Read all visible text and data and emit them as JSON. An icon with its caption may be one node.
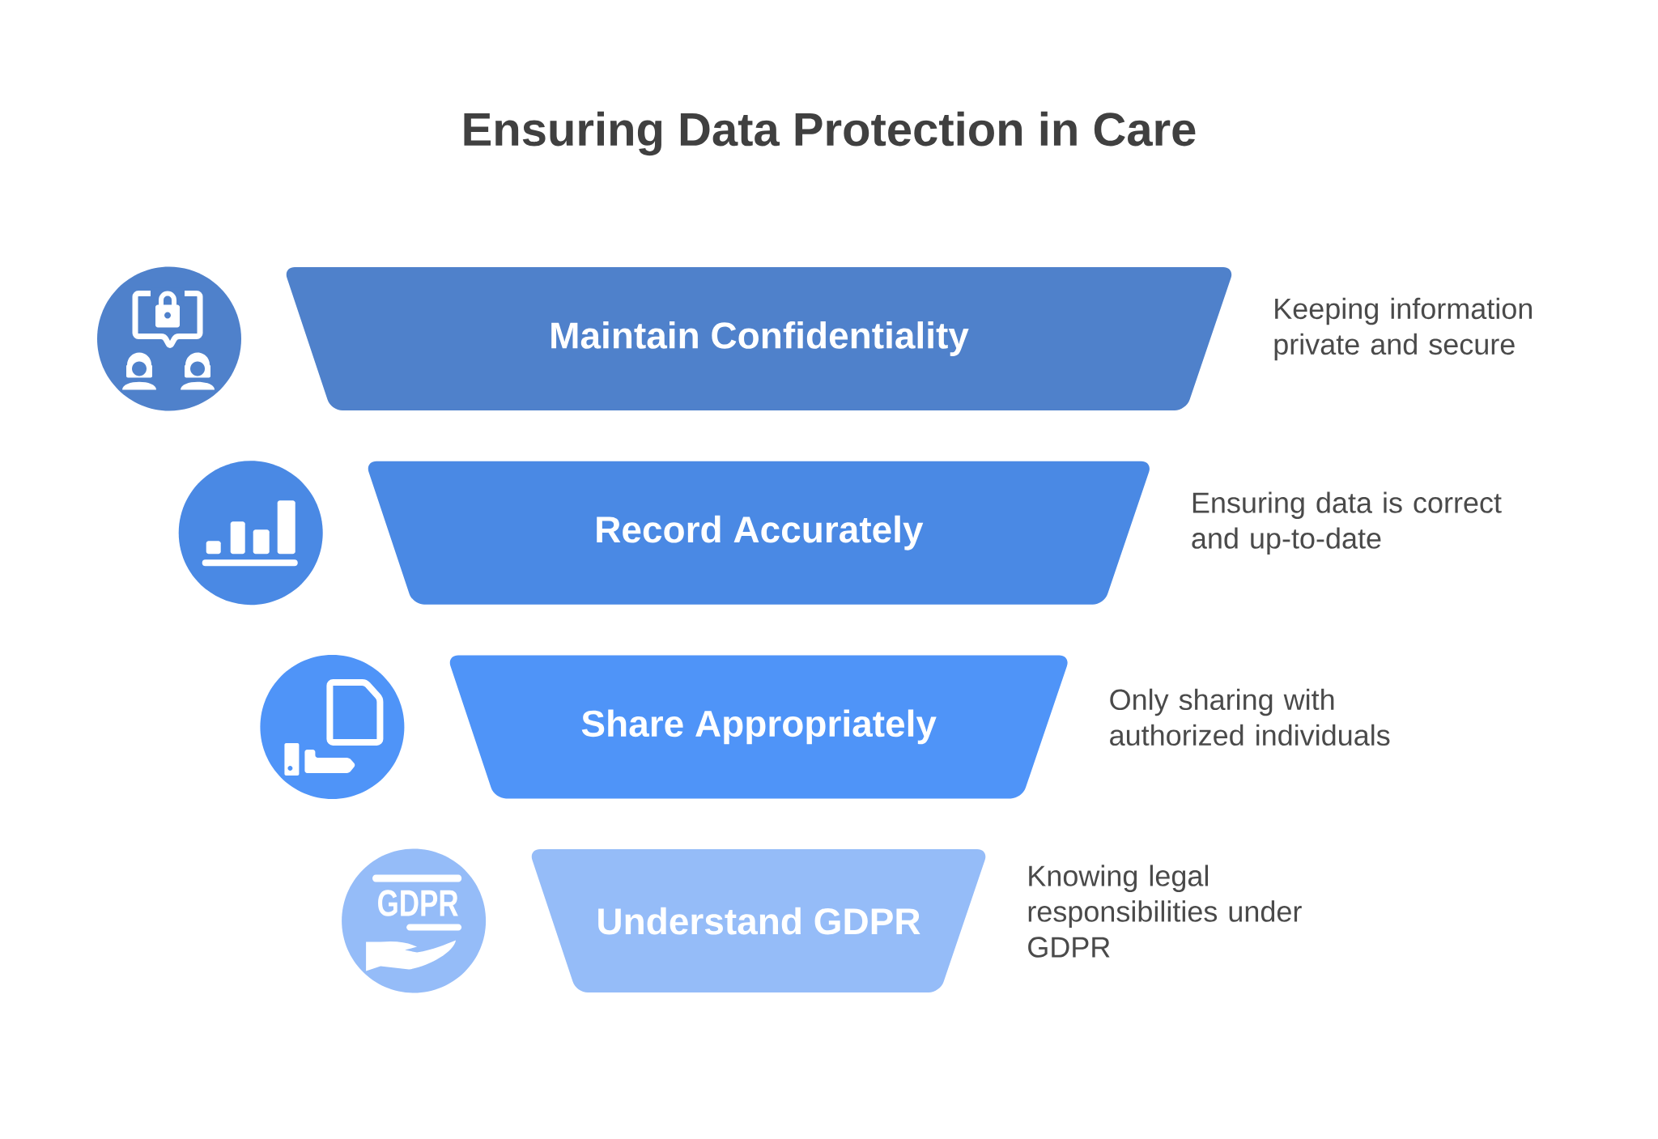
{
  "diagram": {
    "title": "Ensuring Data Protection in Care",
    "nodes": [
      {
        "text": [
          "Maintain Confidentiality"
        ],
        "beside": [
          "Keeping information private and secure"
        ]
      },
      {
        "text": [
          "Record Accurately"
        ],
        "beside": [
          "Ensuring data is correct and up-to-date"
        ]
      },
      {
        "text": [
          "Share Appropriately"
        ],
        "beside": [
          "Only sharing with authorized individuals"
        ]
      },
      {
        "text": [
          "Understand GDPR"
        ],
        "beside": [
          "Knowing legal responsibilities under GDPR"
        ]
      }
    ],
    "labels": [
      "GDPR"
    ]
  }
}
